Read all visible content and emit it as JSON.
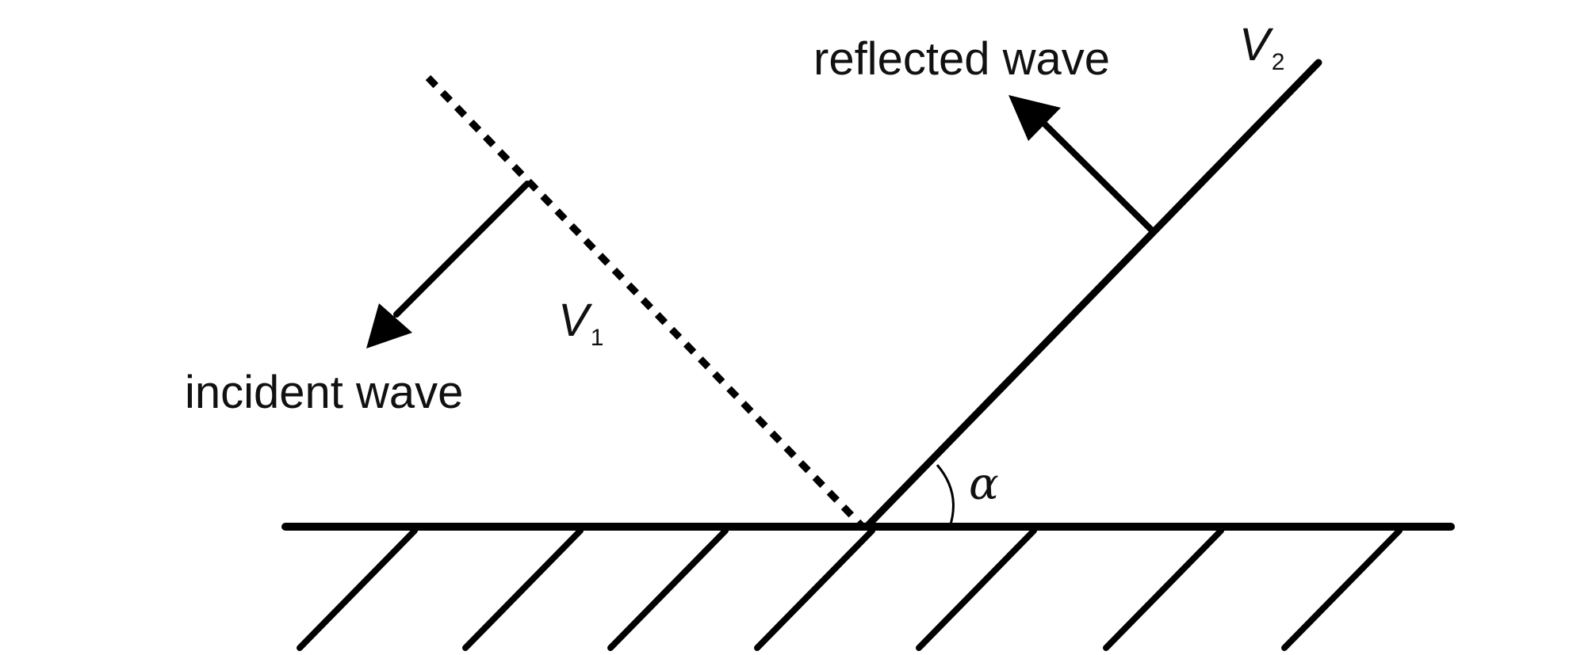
{
  "labels": {
    "incident": "incident wave",
    "reflected": "reflected wave",
    "v1_symbol": "V",
    "v1_subscript": "1",
    "v2_symbol": "V",
    "v2_subscript": "2",
    "angle": "α"
  },
  "colors": {
    "ink": "#000000",
    "background": "#ffffff"
  }
}
